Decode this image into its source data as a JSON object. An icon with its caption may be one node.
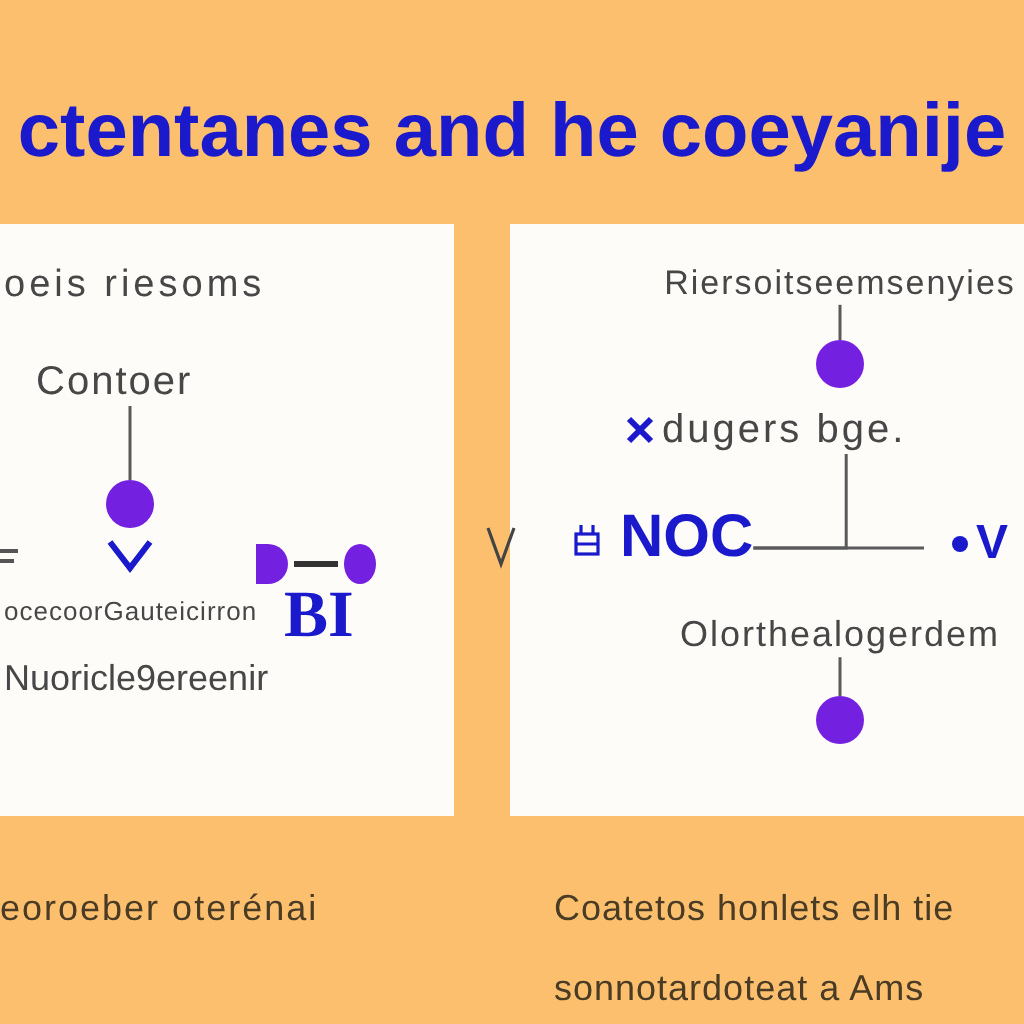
{
  "diagram": {
    "title": "ctentanes and he coeyanije",
    "nodes": [
      {
        "text": [
          "oeis riesoms"
        ]
      },
      {
        "text": [
          "Contoer"
        ],
        "in": 0
      },
      {
        "text": [],
        "shape": "circle",
        "in": 0
      },
      {
        "text": [],
        "shape": "box"
      },
      {
        "text": [
          "Riersoitseemsenyies"
        ],
        "in": 3
      },
      {
        "text": [],
        "shape": "circle",
        "in": 3
      },
      {
        "text": [
          "dugers bge."
        ],
        "in": 3
      },
      {
        "text": [
          "NOC"
        ],
        "in": 3
      },
      {
        "text": [
          "V"
        ],
        "in": 3
      },
      {
        "text": [
          "Olorthealogerdem"
        ],
        "in": 3
      },
      {
        "text": [],
        "shape": "circle",
        "in": 3
      }
    ],
    "edges": [
      {
        "from": 1,
        "to": 2,
        "arrow": "none"
      },
      {
        "from": 4,
        "to": 5,
        "arrow": "none"
      },
      {
        "from": 6,
        "to": 7,
        "arrow": "none"
      },
      {
        "from": 7,
        "to": 8,
        "arrow": "none"
      },
      {
        "from": 9,
        "to": 10,
        "arrow": "none"
      }
    ],
    "labels": [
      "ocecoorGauteicirron",
      "BI",
      "Nuoricle9ereenir",
      "eoroeber oterénai",
      "Coatetos honlets elh tie",
      "sonnotardoteat a Ams"
    ]
  }
}
